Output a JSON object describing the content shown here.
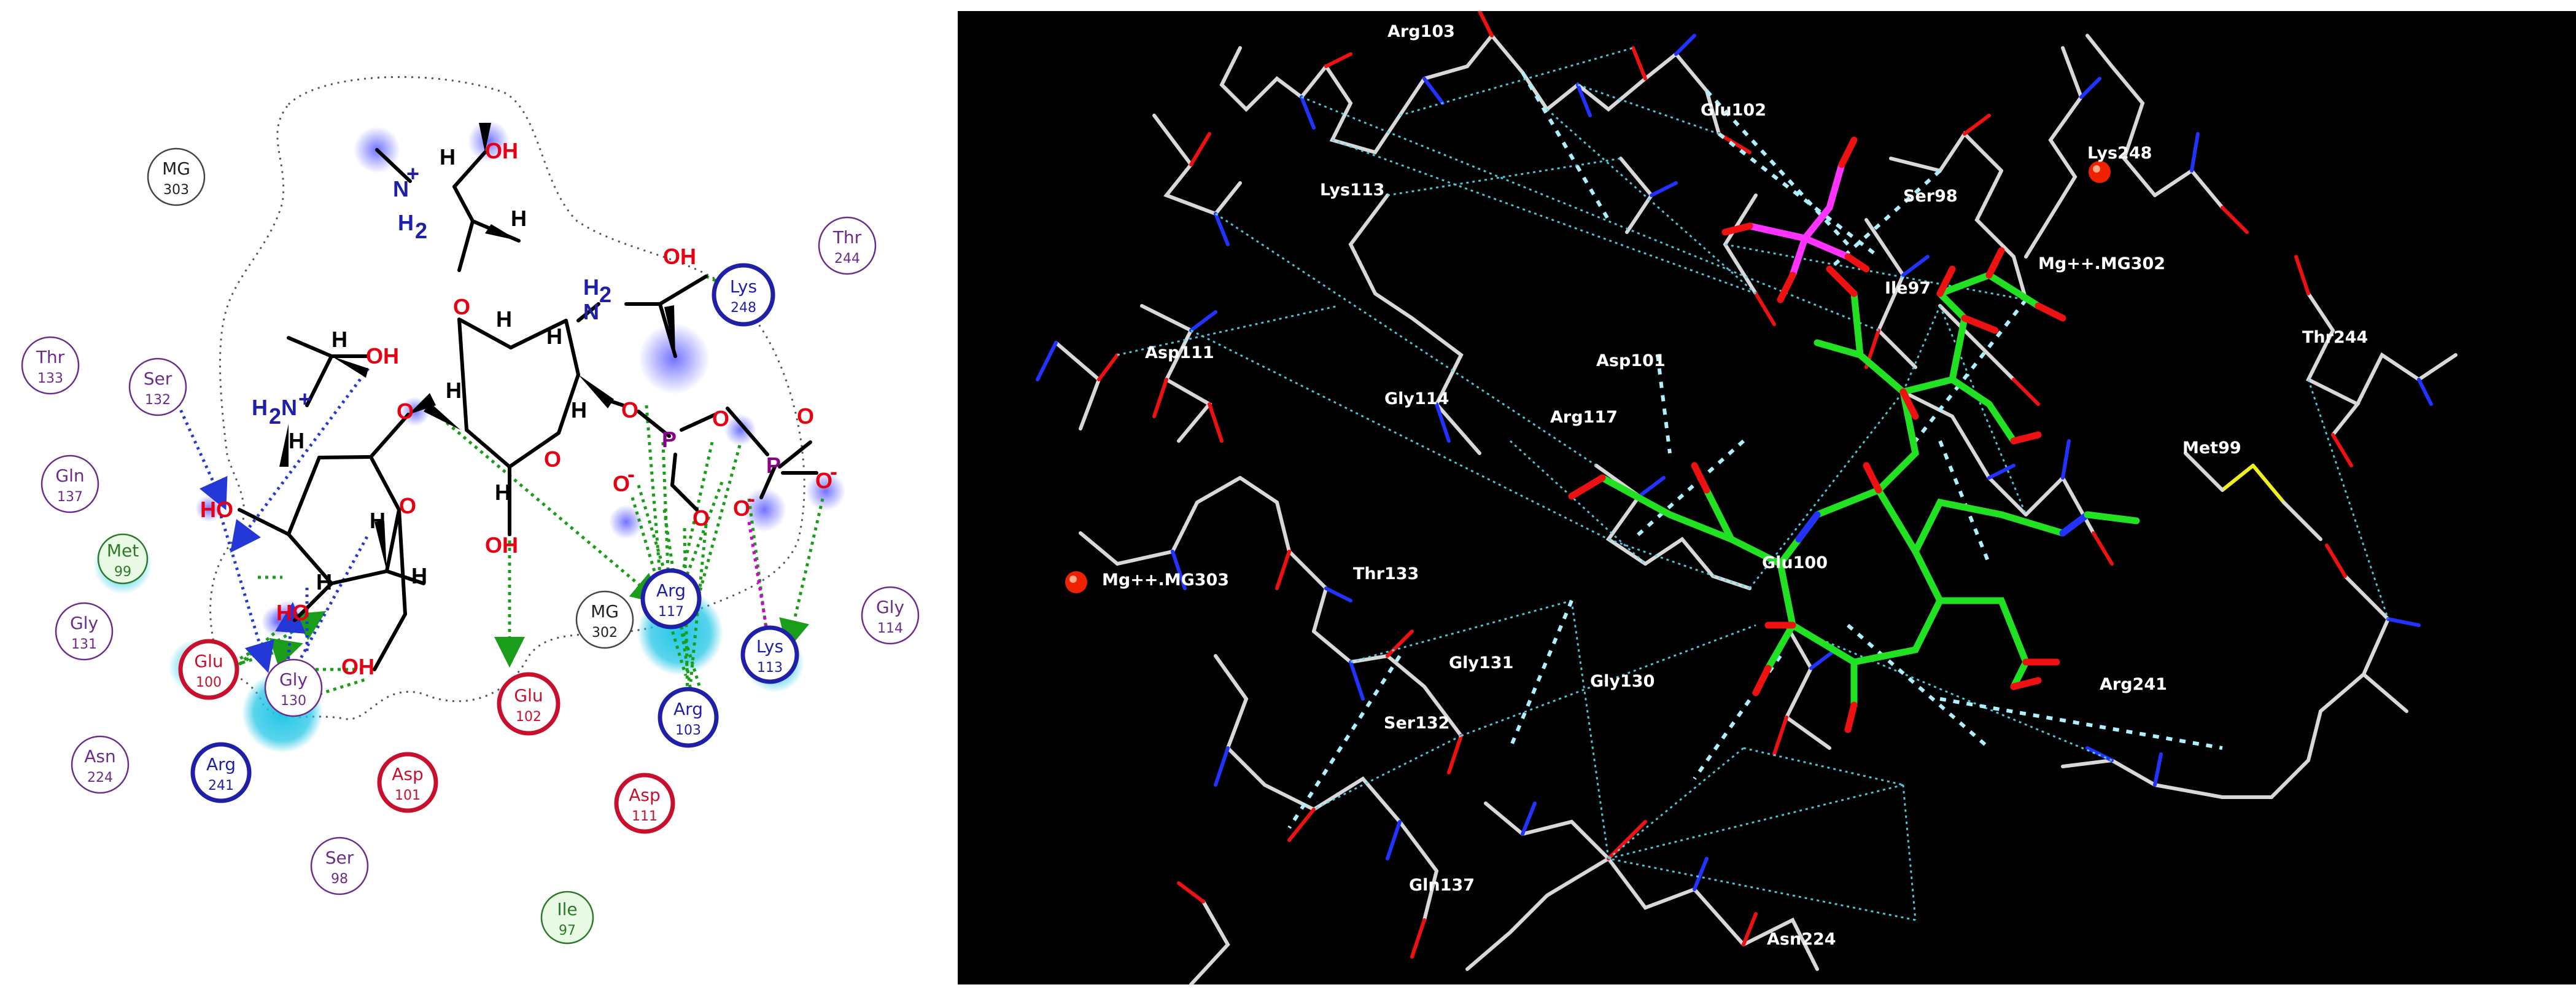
{
  "colors": {
    "hbond_sidechain": "#1a9e1a",
    "hbond_backbone": "#2438d8",
    "salt_bridge": "#d400d4",
    "acidic": "#c8102e",
    "basic": "#1f1fa8",
    "polar": "#6b2c8c",
    "greasy": "#2a7a2a",
    "exposure": "#22c6e6",
    "carbon_3d": "#d8d8d8",
    "ligand_carbon": "#22e022",
    "ligand_phosphorus": "#ff33ff",
    "oxygen": "#ee1111",
    "nitrogen": "#2233ff",
    "sulfur": "#eeee22"
  },
  "left": {
    "residues": [
      {
        "name": "MG",
        "num": "303",
        "kind": "metal"
      },
      {
        "name": "Thr",
        "num": "244",
        "kind": "polar"
      },
      {
        "name": "Lys",
        "num": "248",
        "kind": "basic"
      },
      {
        "name": "Thr",
        "num": "133",
        "kind": "polar"
      },
      {
        "name": "Ser",
        "num": "132",
        "kind": "polar"
      },
      {
        "name": "Gln",
        "num": "137",
        "kind": "polar"
      },
      {
        "name": "Met",
        "num": "99",
        "kind": "greasy"
      },
      {
        "name": "Gly",
        "num": "131",
        "kind": "polar"
      },
      {
        "name": "Glu",
        "num": "100",
        "kind": "acidic"
      },
      {
        "name": "Gly",
        "num": "130",
        "kind": "polar"
      },
      {
        "name": "Arg",
        "num": "241",
        "kind": "basic"
      },
      {
        "name": "Asn",
        "num": "224",
        "kind": "polar"
      },
      {
        "name": "Asp",
        "num": "101",
        "kind": "acidic"
      },
      {
        "name": "Ser",
        "num": "98",
        "kind": "polar"
      },
      {
        "name": "Glu",
        "num": "102",
        "kind": "acidic"
      },
      {
        "name": "MG",
        "num": "302",
        "kind": "metal"
      },
      {
        "name": "Arg",
        "num": "117",
        "kind": "basic"
      },
      {
        "name": "Arg",
        "num": "103",
        "kind": "basic"
      },
      {
        "name": "Lys",
        "num": "113",
        "kind": "basic"
      },
      {
        "name": "Gly",
        "num": "114",
        "kind": "polar"
      },
      {
        "name": "Asp",
        "num": "111",
        "kind": "acidic"
      },
      {
        "name": "Ile",
        "num": "97",
        "kind": "greasy"
      }
    ],
    "atom_labels": {
      "oh_top": "OH",
      "nh2_top": "H",
      "nh2_top_sub": "2",
      "nh2_plus": "+",
      "n_top": "N",
      "h2_right": "H",
      "h2_right_sub": "2",
      "n_right": "N",
      "oh_right": "OH",
      "oh_left_top": "OH",
      "h2n_left": "H",
      "h2n_left_sub": "2",
      "n_left": "N",
      "oh_left_mid": "HO",
      "ho_lower": "HO",
      "oh_lower_right": "OH",
      "oh_center": "OH",
      "o_ring1": "O",
      "o_ring2": "O",
      "o_link": "O",
      "o_ether_top": "O",
      "o_phos1": "O",
      "o_phos_bridge": "O",
      "o_phos_right": "O",
      "p1": "P",
      "p2": "P",
      "o_p1_minus": "O",
      "o_p1_dbl": "O",
      "o_p2_dbl": "O",
      "o_p2_minus": "O",
      "o_p2_minus2": "O",
      "minus": "-",
      "h": "H"
    }
  },
  "right": {
    "labels": [
      "Arg103",
      "Glu102",
      "Lys248",
      "Lys113",
      "Ser98",
      "Mg++.MG302",
      "Ile97",
      "Asp111",
      "Asp101",
      "Gly114",
      "Arg117",
      "Met99",
      "Thr244",
      "Glu100",
      "Mg++.MG303",
      "Thr133",
      "Gly131",
      "Gly130",
      "Ser132",
      "Arg241",
      "Gln137",
      "Asn224"
    ]
  }
}
